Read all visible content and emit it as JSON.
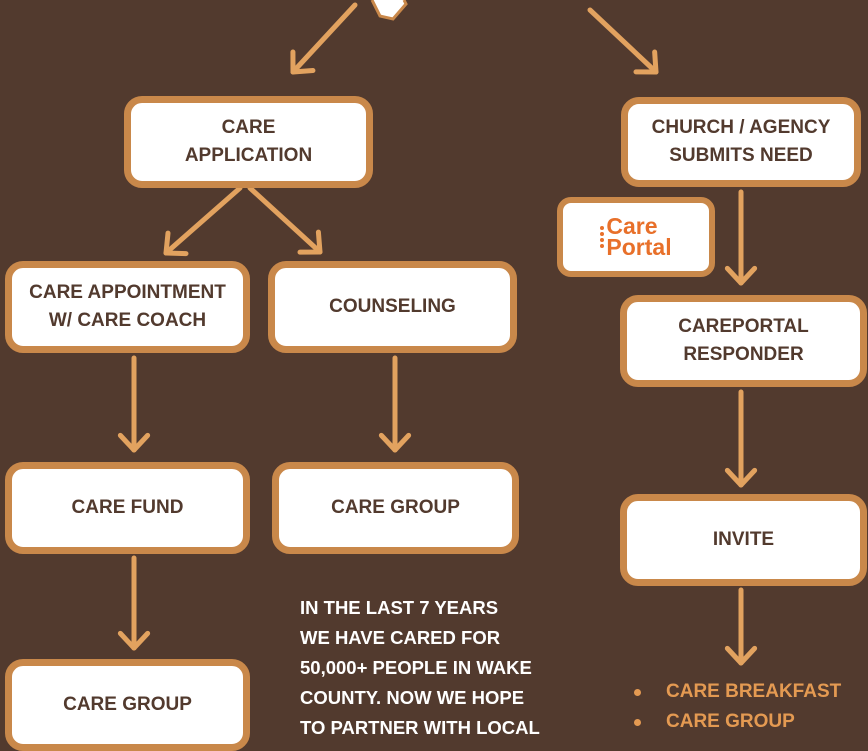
{
  "colors": {
    "background": "#523a2e",
    "box_fill": "#ffffff",
    "box_border": "#c9884a",
    "box_text": "#523a2e",
    "arrow": "#e2a25f",
    "logo_accent": "#e8702a",
    "stats_text": "#ffffff",
    "bullet_text": "#e49a52"
  },
  "left_flow": {
    "care_application": [
      "CARE",
      "APPLICATION"
    ],
    "care_appointment": [
      "CARE APPOINTMENT",
      "W/ CARE COACH"
    ],
    "counseling": "COUNSELING",
    "care_fund": "CARE FUND",
    "care_group_middle": "CARE GROUP",
    "care_group_bottom": "CARE GROUP"
  },
  "right_flow": {
    "church_agency": [
      "CHURCH / AGENCY",
      "SUBMITS NEED"
    ],
    "careportal_responder": [
      "CAREPORTAL",
      "RESPONDER"
    ],
    "invite": "INVITE",
    "logo": {
      "line1": "Care",
      "line2": "Portal",
      "icon": "careportal-logo"
    }
  },
  "stats_lines": [
    "IN THE LAST 7 YEARS",
    "WE HAVE CARED FOR",
    "50,000+ PEOPLE IN WAKE",
    "COUNTY. NOW WE HOPE",
    "TO PARTNER WITH LOCAL"
  ],
  "outcomes": [
    "CARE BREAKFAST",
    "CARE GROUP"
  ]
}
